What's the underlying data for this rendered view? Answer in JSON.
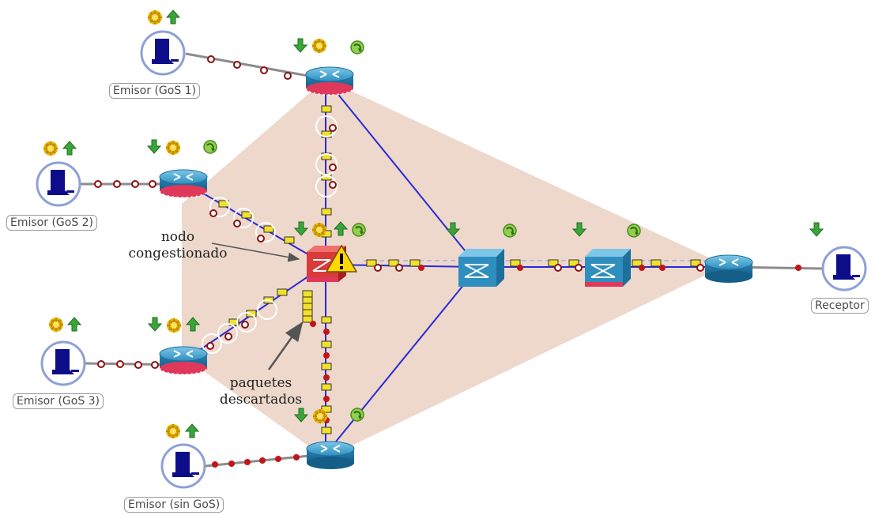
{
  "labels": {
    "emisor_gos1": "Emisor (GoS 1)",
    "emisor_gos2": "Emisor (GoS 2)",
    "emisor_gos3": "Emisor (GoS 3)",
    "emisor_sin_gos": "Emisor (sin GoS)",
    "receptor": "Receptor"
  },
  "annotations": {
    "congested_line1": "nodo",
    "congested_line2": "congestionado",
    "discarded_line1": "paquetes",
    "discarded_line2": "descartados"
  },
  "colors": {
    "domain_fill": "#ecd6c8",
    "link_blue": "#2a2ad6",
    "link_gray": "#8c8c8c",
    "router_blue": "#2e8fbf",
    "congested_red": "#d93a3a",
    "packet_yellow": "#f2e12a",
    "packet_dot": "#c4141a",
    "host_blue": "#0d0d8a"
  },
  "icons": [
    "sun-gear-icon",
    "green-arrow-icon",
    "recycle-icon",
    "warning-icon",
    "router-icon",
    "switch-icon",
    "monitor-icon"
  ]
}
